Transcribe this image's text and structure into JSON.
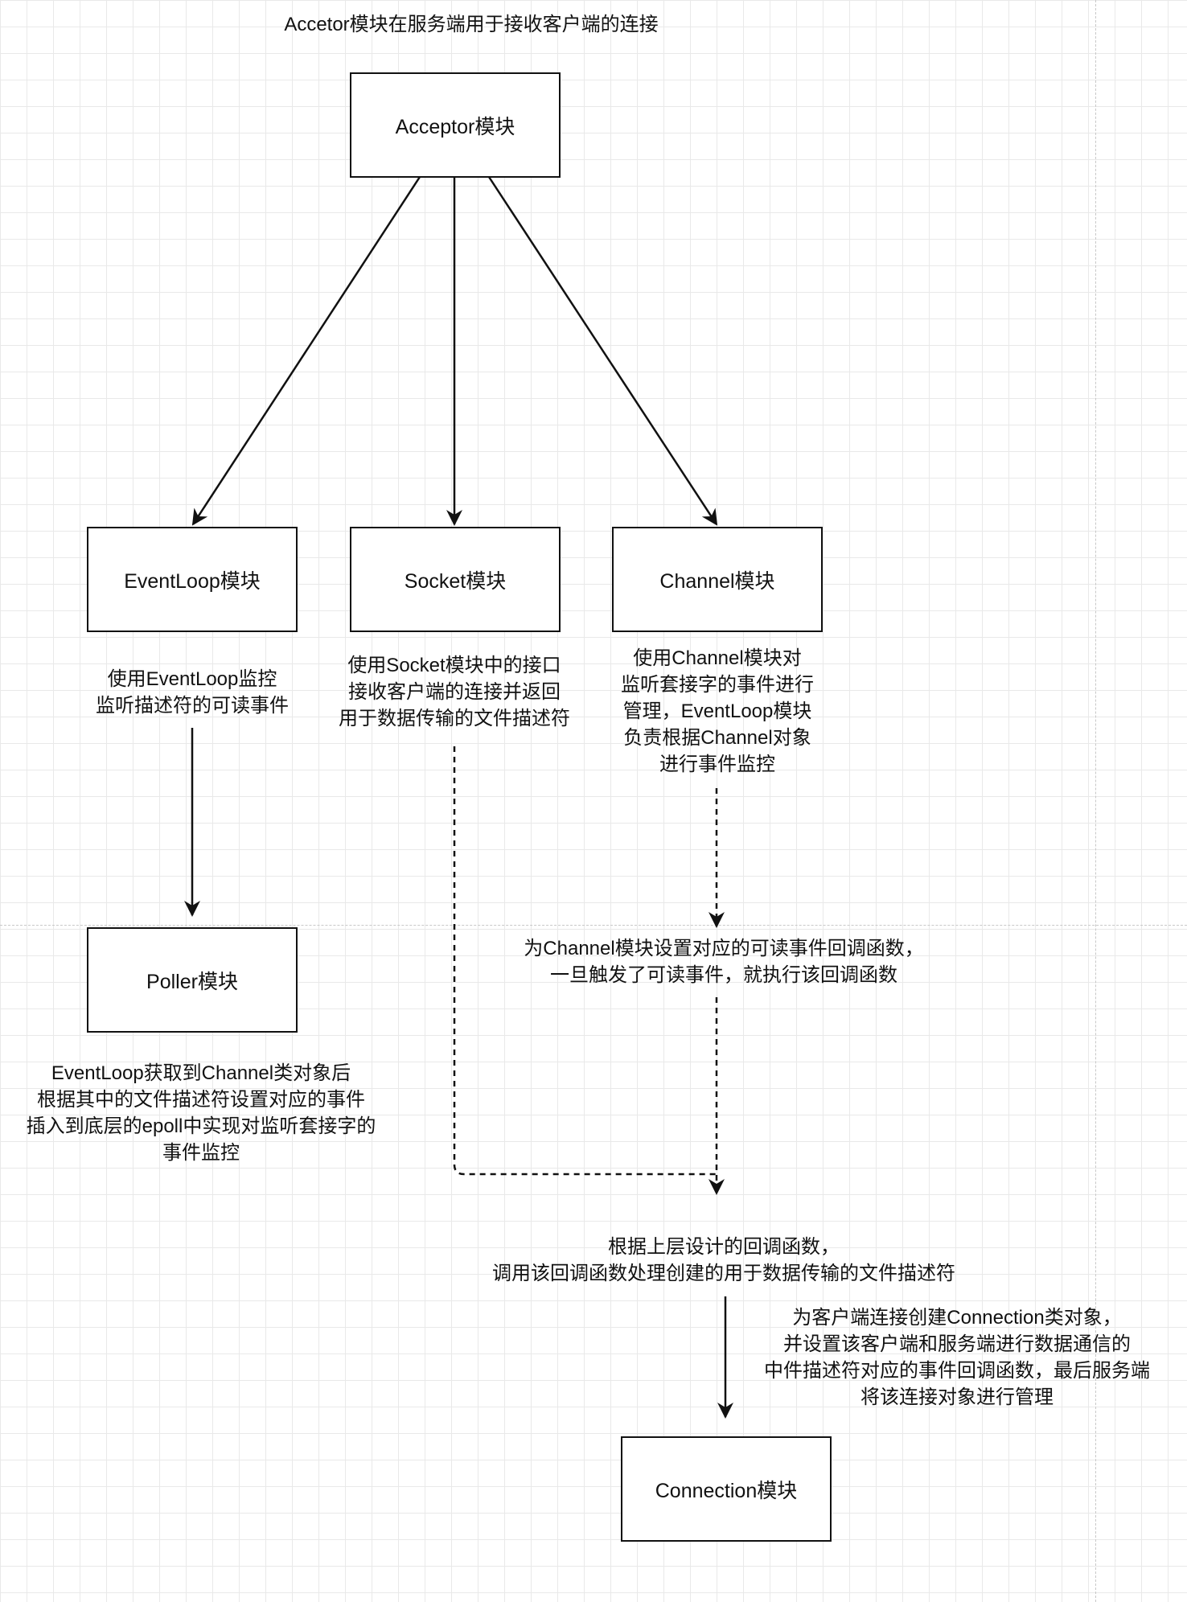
{
  "diagram": {
    "title": "Accetor模块在服务端用于接收客户端的连接",
    "nodes": {
      "acceptor": "Acceptor模块",
      "eventloop": "EventLoop模块",
      "socket": "Socket模块",
      "channel": "Channel模块",
      "poller": "Poller模块",
      "connection": "Connection模块"
    },
    "notes": {
      "eventloop": "使用EventLoop监控\n监听描述符的可读事件",
      "socket": "使用Socket模块中的接口\n接收客户端的连接并返回\n用于数据传输的文件描述符",
      "channel": "使用Channel模块对\n监听套接字的事件进行\n管理，EventLoop模块\n负责根据Channel对象\n进行事件监控",
      "poller": "EventLoop获取到Channel类对象后\n根据其中的文件描述符设置对应的事件\n插入到底层的epoll中实现对监听套接字的\n事件监控",
      "callback_setup": "为Channel模块设置对应的可读事件回调函数，\n一旦触发了可读事件，就执行该回调函数",
      "callback_process": "根据上层设计的回调函数，\n调用该回调函数处理创建的用于数据传输的文件描述符",
      "connection": "为客户端连接创建Connection类对象，\n并设置该客户端和服务端进行数据通信的\n中件描述符对应的事件回调函数，最后服务端\n将该连接对象进行管理"
    },
    "edges": [
      {
        "from": "acceptor",
        "to": "eventloop",
        "style": "solid"
      },
      {
        "from": "acceptor",
        "to": "socket",
        "style": "solid"
      },
      {
        "from": "acceptor",
        "to": "channel",
        "style": "solid"
      },
      {
        "from": "eventloop_note",
        "to": "poller",
        "style": "solid"
      },
      {
        "from": "socket_note",
        "to": "callback_process",
        "style": "dashed"
      },
      {
        "from": "channel_note",
        "to": "callback_setup",
        "style": "dashed"
      },
      {
        "from": "callback_setup",
        "to": "callback_process",
        "style": "dashed"
      },
      {
        "from": "callback_process",
        "to": "connection",
        "style": "solid"
      }
    ]
  },
  "colors": {
    "stroke": "#111111",
    "grid": "#e9e9e9",
    "background": "#ffffff"
  }
}
